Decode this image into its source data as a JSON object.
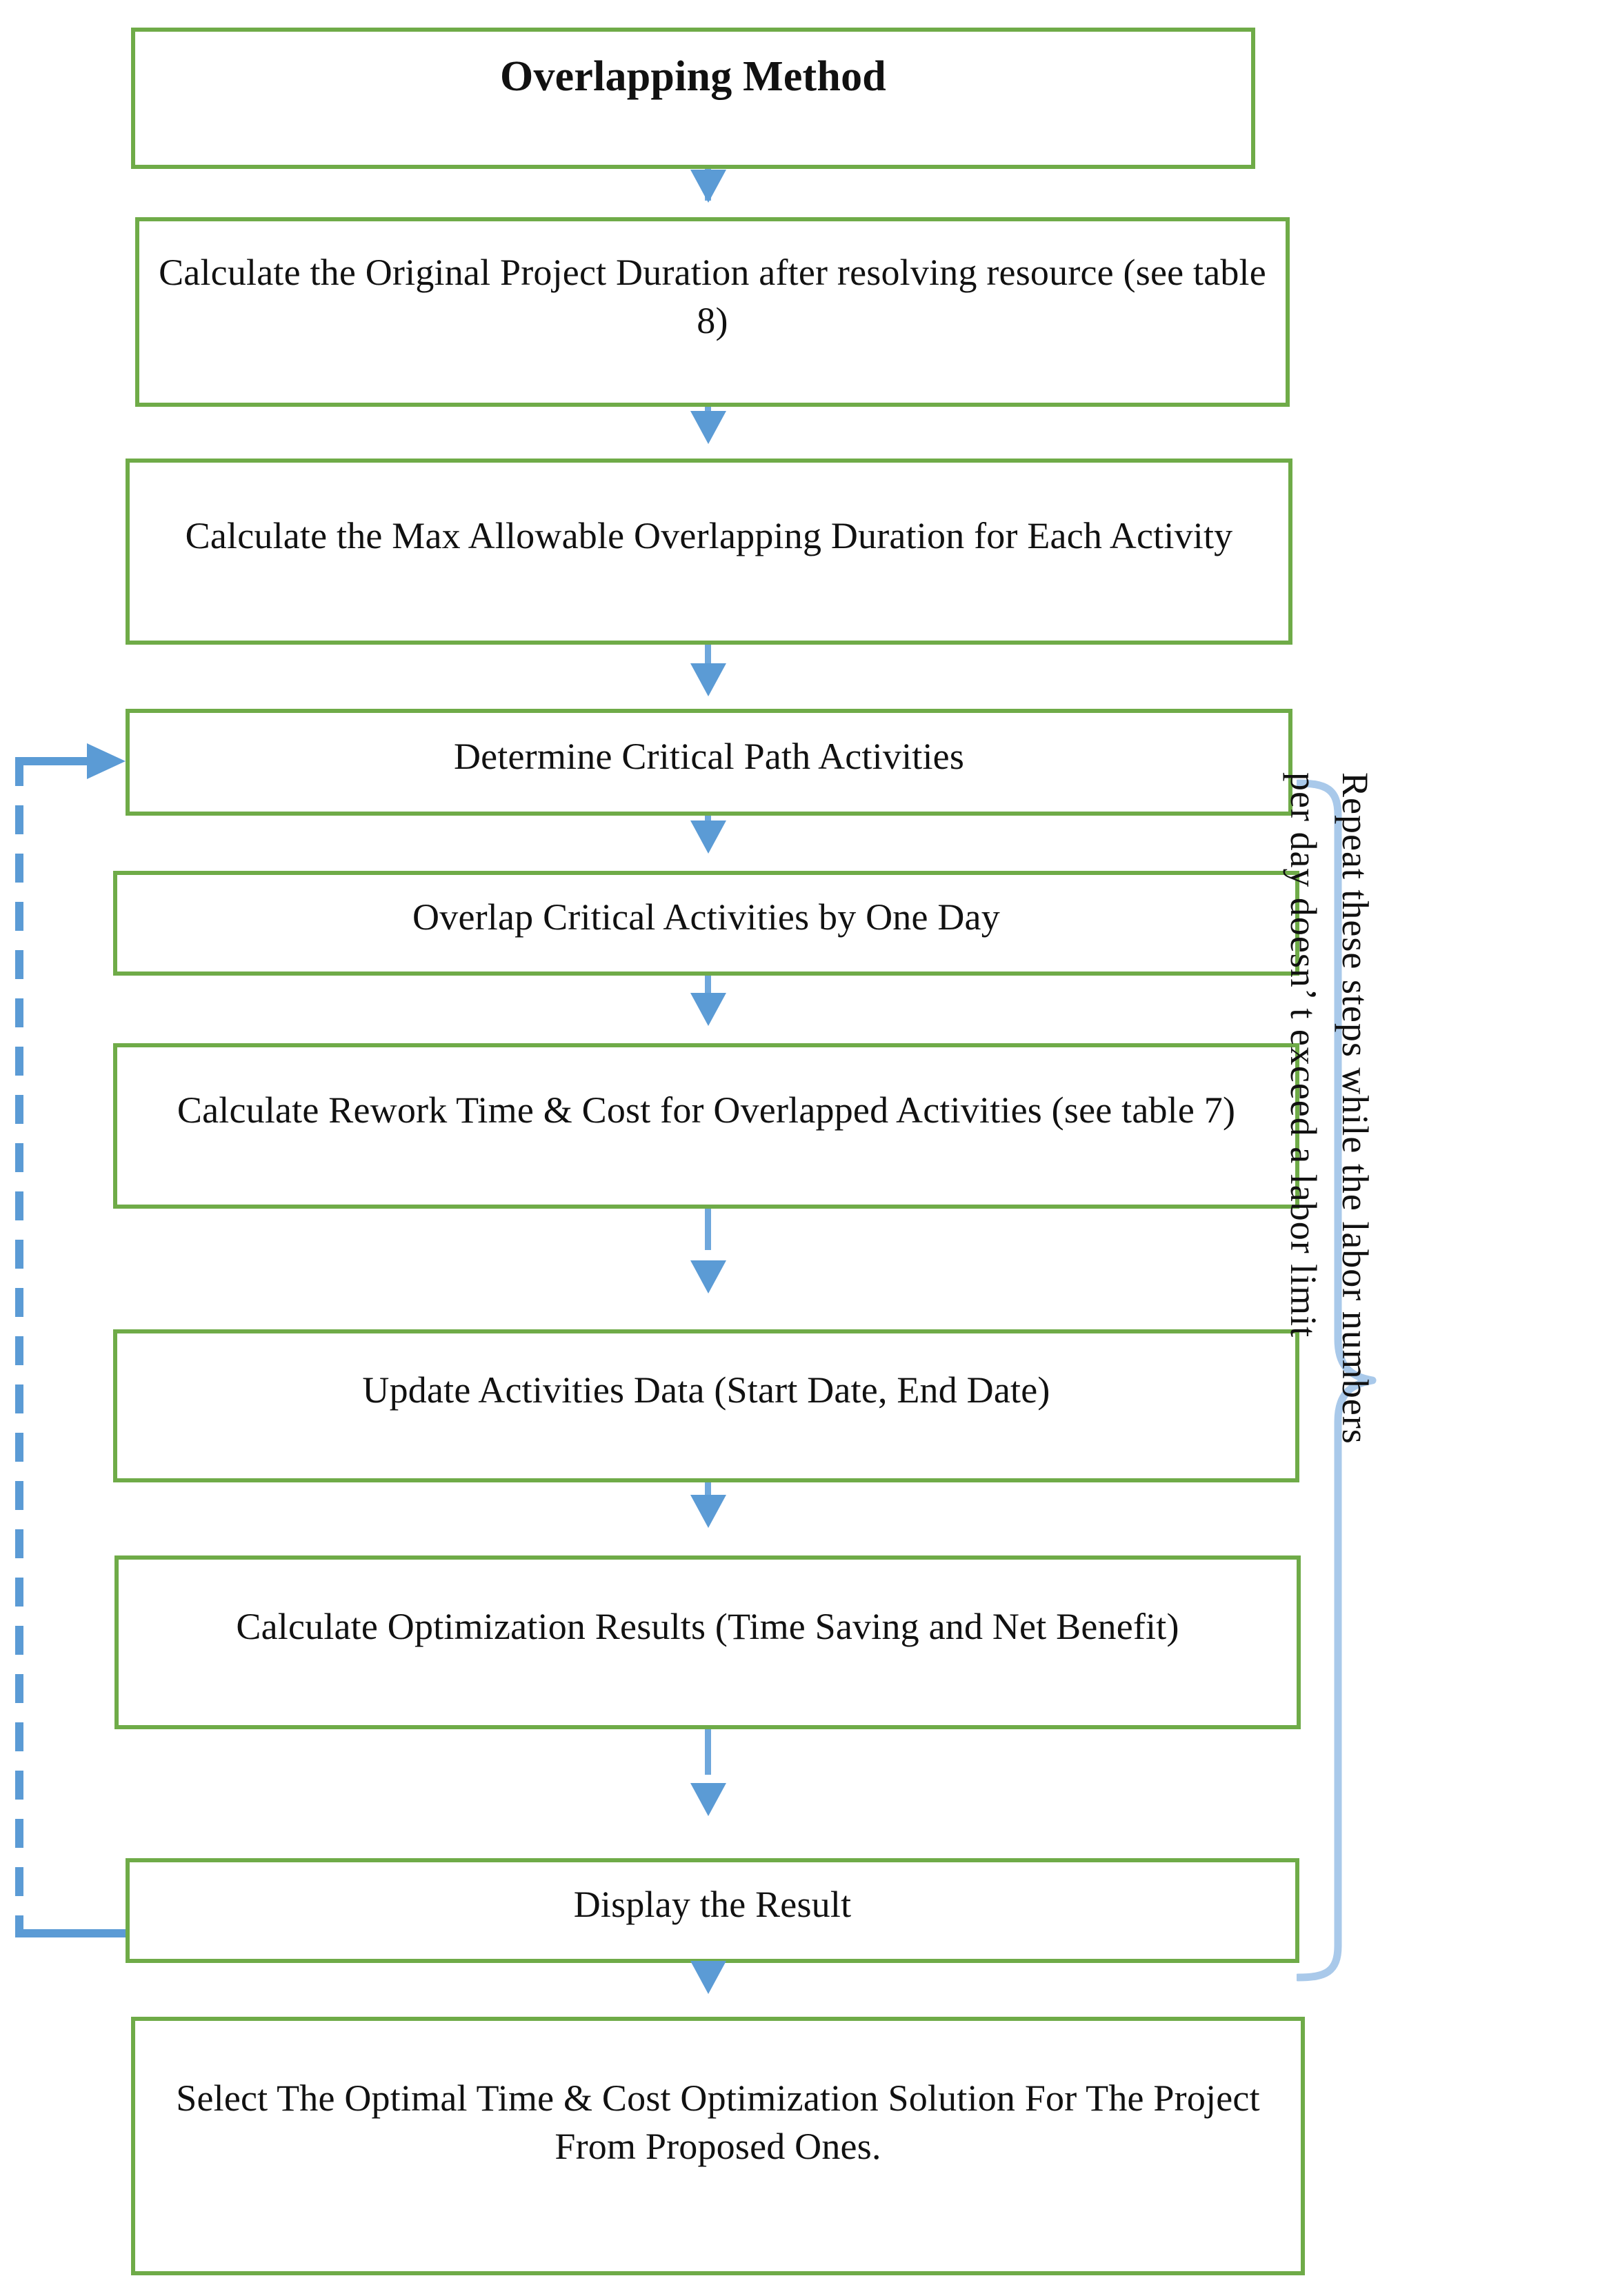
{
  "diagram": {
    "title": "Overlapping Method",
    "accent_green": "#6FAB48",
    "accent_blue": "#5B9BD5",
    "brace_blue": "#A9C9EA",
    "steps": [
      {
        "id": "title",
        "label": "Overlapping Method"
      },
      {
        "id": "original-duration",
        "label": "Calculate the Original Project Duration after resolving resource (see table 8)"
      },
      {
        "id": "max-overlap",
        "label": "Calculate the Max Allowable Overlapping Duration for Each Activity"
      },
      {
        "id": "critical-path",
        "label": "Determine Critical Path Activities"
      },
      {
        "id": "overlap-one-day",
        "label": "Overlap Critical Activities by One Day"
      },
      {
        "id": "rework-cost",
        "label": "Calculate Rework Time & Cost for Overlapped Activities (see table 7)"
      },
      {
        "id": "update-data",
        "label": "Update Activities Data (Start Date, End Date)"
      },
      {
        "id": "optimization",
        "label": "Calculate Optimization Results (Time Saving and Net Benefit)"
      },
      {
        "id": "display-result",
        "label": "Display the Result"
      },
      {
        "id": "select-optimal",
        "label": "Select The Optimal Time & Cost Optimization Solution For The Project From Proposed Ones."
      }
    ],
    "repeat_note": {
      "line1": "Repeat these steps  while the labor numbers",
      "line2": "per day doesn’ t  exceed  a  labor  limit"
    }
  }
}
